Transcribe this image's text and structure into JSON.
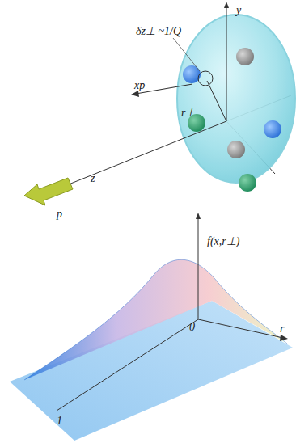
{
  "diagram": {
    "labels": [
      "δz⊥ ~1/Q",
      "y",
      "xp",
      "r⊥",
      "z",
      "p",
      "f(x,r⊥)",
      "0",
      "r",
      "1"
    ]
  }
}
